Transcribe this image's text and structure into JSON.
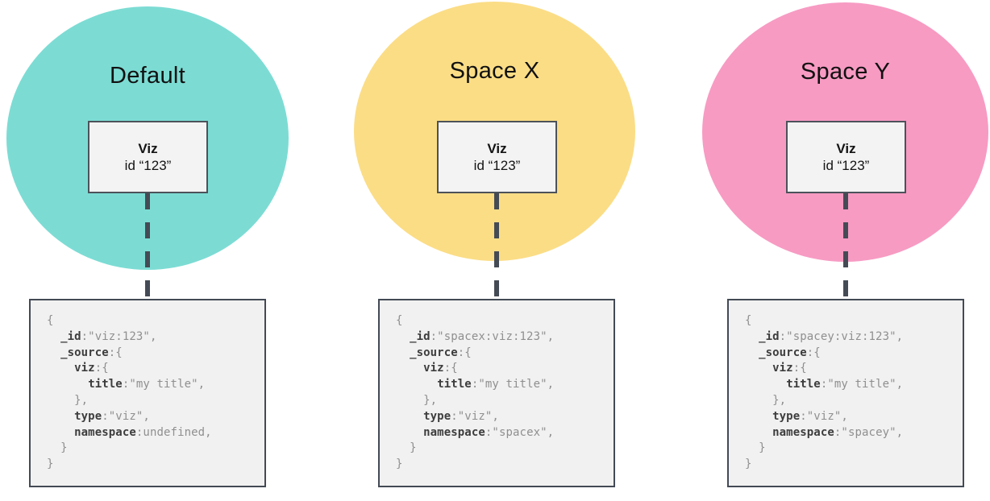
{
  "colors": {
    "default_circle": "#7cdcd4",
    "space_x_circle": "#fbdd86",
    "space_y_circle": "#f79bc3",
    "connector": "#454b55"
  },
  "panels": [
    {
      "title": "Default",
      "circle_color": "#7cdcd4",
      "viz_label": "Viz",
      "viz_id": "id “123”",
      "code_lines": [
        {
          "i": 0,
          "k": "",
          "r": "{"
        },
        {
          "i": 2,
          "k": "_id",
          "r": ":\"viz:123\","
        },
        {
          "i": 2,
          "k": "_source",
          "r": ":{"
        },
        {
          "i": 4,
          "k": "viz",
          "r": ":{"
        },
        {
          "i": 6,
          "k": "title",
          "r": ":\"my title\","
        },
        {
          "i": 4,
          "k": "",
          "r": "},"
        },
        {
          "i": 4,
          "k": "type",
          "r": ":\"viz\","
        },
        {
          "i": 4,
          "k": "namespace",
          "r": ":undefined,"
        },
        {
          "i": 2,
          "k": "",
          "r": "}"
        },
        {
          "i": 0,
          "k": "",
          "r": "}"
        }
      ]
    },
    {
      "title": "Space X",
      "circle_color": "#fbdd86",
      "viz_label": "Viz",
      "viz_id": "id “123”",
      "code_lines": [
        {
          "i": 0,
          "k": "",
          "r": "{"
        },
        {
          "i": 2,
          "k": "_id",
          "r": ":\"spacex:viz:123\","
        },
        {
          "i": 2,
          "k": "_source",
          "r": ":{"
        },
        {
          "i": 4,
          "k": "viz",
          "r": ":{"
        },
        {
          "i": 6,
          "k": "title",
          "r": ":\"my title\","
        },
        {
          "i": 4,
          "k": "",
          "r": "},"
        },
        {
          "i": 4,
          "k": "type",
          "r": ":\"viz\","
        },
        {
          "i": 4,
          "k": "namespace",
          "r": ":\"spacex\","
        },
        {
          "i": 2,
          "k": "",
          "r": "}"
        },
        {
          "i": 0,
          "k": "",
          "r": "}"
        }
      ]
    },
    {
      "title": "Space Y",
      "circle_color": "#f79bc3",
      "viz_label": "Viz",
      "viz_id": "id “123”",
      "code_lines": [
        {
          "i": 0,
          "k": "",
          "r": "{"
        },
        {
          "i": 2,
          "k": "_id",
          "r": ":\"spacey:viz:123\","
        },
        {
          "i": 2,
          "k": "_source",
          "r": ":{"
        },
        {
          "i": 4,
          "k": "viz",
          "r": ":{"
        },
        {
          "i": 6,
          "k": "title",
          "r": ":\"my title\","
        },
        {
          "i": 4,
          "k": "",
          "r": "},"
        },
        {
          "i": 4,
          "k": "type",
          "r": ":\"viz\","
        },
        {
          "i": 4,
          "k": "namespace",
          "r": ":\"spacey\","
        },
        {
          "i": 2,
          "k": "",
          "r": "}"
        },
        {
          "i": 0,
          "k": "",
          "r": "}"
        }
      ]
    }
  ]
}
